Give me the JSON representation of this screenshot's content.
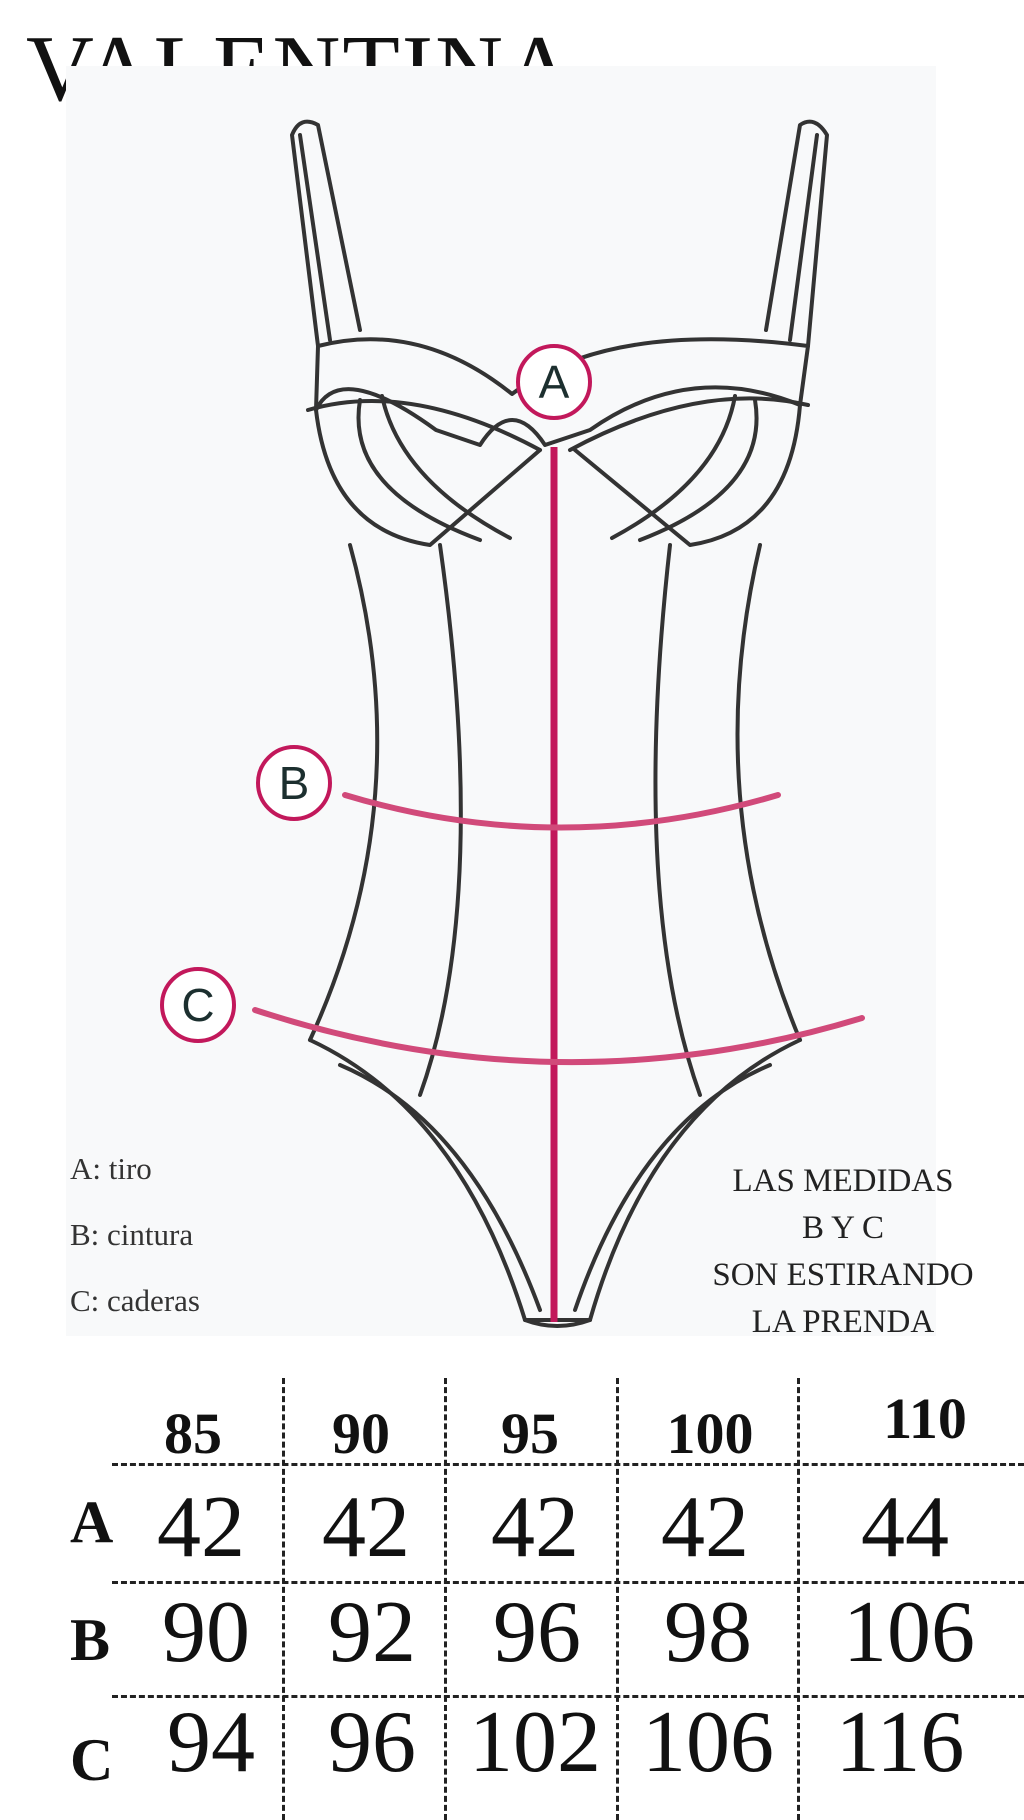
{
  "title": "VALENTINA",
  "markers": {
    "a": "A",
    "b": "B",
    "c": "C"
  },
  "legend": [
    "A: tiro",
    "B: cintura",
    "C: caderas"
  ],
  "note": [
    "LAS MEDIDAS",
    "B Y C",
    "SON ESTIRANDO",
    "LA PRENDA"
  ],
  "size_table": {
    "sizes": [
      "85",
      "90",
      "95",
      "100",
      "110"
    ],
    "rows": [
      {
        "label": "A",
        "values": [
          "42",
          "42",
          "42",
          "42",
          "44"
        ]
      },
      {
        "label": "B",
        "values": [
          "90",
          "92",
          "96",
          "98",
          "106"
        ]
      },
      {
        "label": "C",
        "values": [
          "94",
          "96",
          "102",
          "106",
          "116"
        ]
      }
    ]
  },
  "colors": {
    "accent": "#c2185b",
    "measure_line": "#d14a7a",
    "outline": "#333333"
  }
}
